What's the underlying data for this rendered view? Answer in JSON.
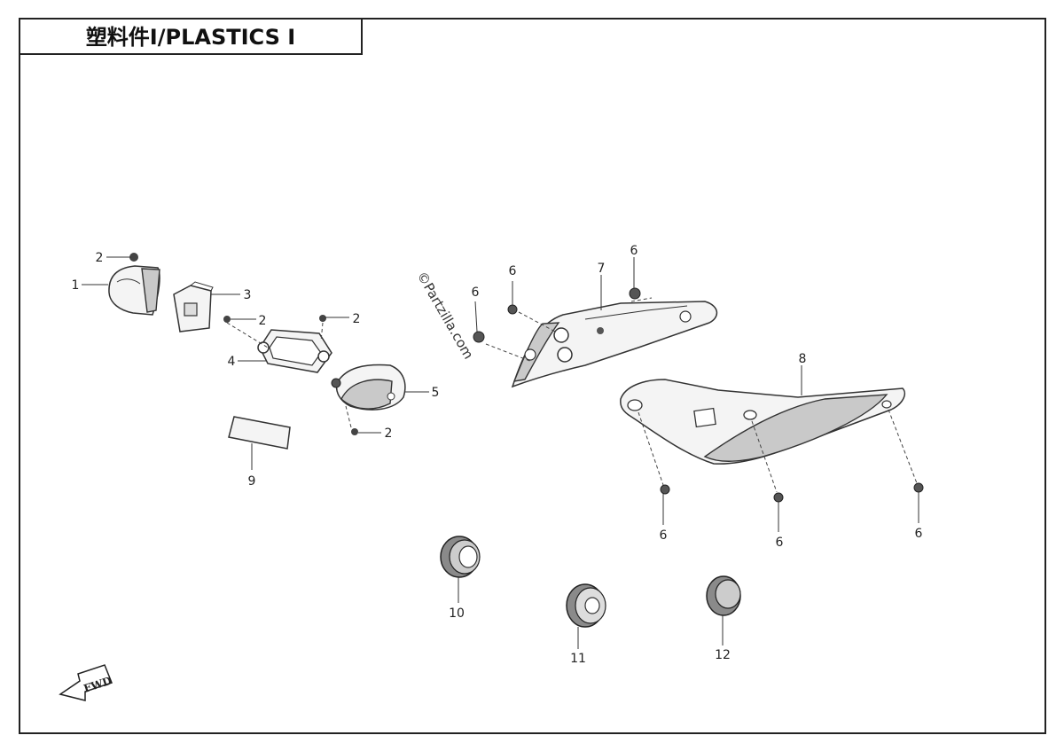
{
  "title": "塑料件Ⅰ/PLASTICS Ⅰ",
  "watermark": "©Partzilla.com",
  "fwd_label": "FWD",
  "callouts": {
    "c1": "1",
    "c2a": "2",
    "c2b": "2",
    "c2c": "2",
    "c2d": "2",
    "c3": "3",
    "c4": "4",
    "c5": "5",
    "c6a": "6",
    "c6b": "6",
    "c6c": "6",
    "c6d": "6",
    "c6e": "6",
    "c6f": "6",
    "c7": "7",
    "c8": "8",
    "c9": "9",
    "c10": "10",
    "c11": "11",
    "c12": "12"
  }
}
